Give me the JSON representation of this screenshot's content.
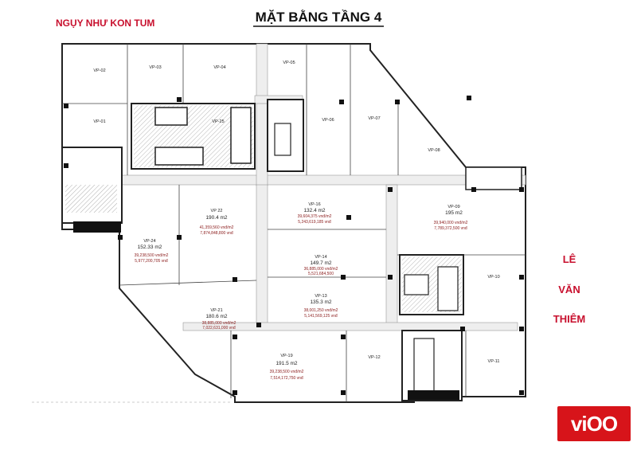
{
  "header": {
    "title": "MẶT BẰNG TẦNG  4",
    "street_top": "NGỤY NHƯ KON TUM",
    "street_right": [
      "LÊ",
      "VĂN",
      "THIÊM"
    ]
  },
  "units": {
    "vp01": {
      "label": "VP-01"
    },
    "vp02": {
      "label": "VP-02"
    },
    "vp03": {
      "label": "VP-03"
    },
    "vp04": {
      "label": "VP-04"
    },
    "vp05": {
      "label": "VP-05"
    },
    "vp06": {
      "label": "VP-06"
    },
    "vp07": {
      "label": "VP-07"
    },
    "vp08": {
      "label": "VP-08"
    },
    "vp09": {
      "label": "VP-09",
      "area": "195 m2",
      "price_m2": "39,940,000 vnđ/m2",
      "total": "7,789,372,500 vnđ"
    },
    "vp10": {
      "label": "VP-10"
    },
    "vp11": {
      "label": "VP-11"
    },
    "vp12": {
      "label": "VP-12"
    },
    "vp13": {
      "label": "VP-13",
      "area": "135.3 m2",
      "price_m2": "38,001,250 vnđ/m2",
      "total": "5,141,569,125 vnđ"
    },
    "vp14": {
      "label": "VP-14",
      "area": "149.7 m2",
      "price_m2": "36,885,000 vnđ/m2",
      "total": "5,521,684,500"
    },
    "vp16": {
      "label": "VP-16",
      "area": "132.4 m2",
      "price_m2": "39,604,375 vnđ/m2",
      "total": "5,243,619,185 vnđ"
    },
    "vp19": {
      "label": "VP-19",
      "area": "191.5 m2",
      "price_m2": "39,238,500 vnđ/m2",
      "total": "7,514,172,750 vnđ"
    },
    "vp21": {
      "label": "VP-21",
      "area": "180.6 m2",
      "price_m2": "38,885,000 vnđ/m2",
      "total": "7,022,631,000 vnđ"
    },
    "vp22": {
      "label": "VP 22",
      "area": "190.4 m2",
      "price_m2": "41,359,560 vnđ/m2",
      "total": "7,874,848,800 vnđ"
    },
    "vp24": {
      "label": "VP-24",
      "area": "152.33 m2",
      "price_m2": "39,238,500 vnđ/m2",
      "total": "5,977,200,705 vnđ"
    },
    "vp25": {
      "label": "VP-25"
    }
  },
  "logo": {
    "text": "viOO",
    "color": "#d7141a"
  },
  "colors": {
    "accent": "#c8102e",
    "price": "#8a1a1a",
    "wall": "#222222"
  }
}
